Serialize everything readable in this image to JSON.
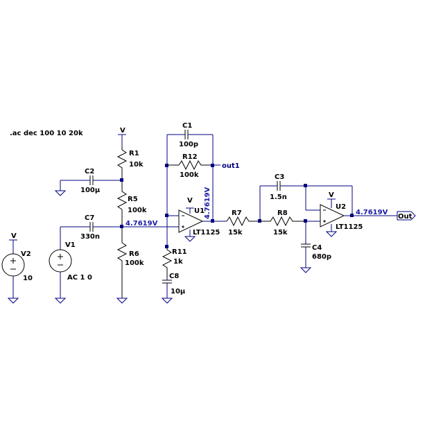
{
  "directive": ".ac dec 100 10 20k",
  "supply_label": "V",
  "node_voltage": "4.7619V",
  "net_out1": "out1",
  "port_out": "Out",
  "components": {
    "R1": {
      "name": "R1",
      "value": "10k"
    },
    "C2": {
      "name": "C2",
      "value": "100µ"
    },
    "R5": {
      "name": "R5",
      "value": "100k"
    },
    "R6": {
      "name": "R6",
      "value": "100k"
    },
    "C7": {
      "name": "C7",
      "value": "330n"
    },
    "V1": {
      "name": "V1",
      "value": "AC 1 0"
    },
    "V2": {
      "name": "V2",
      "value": "10"
    },
    "C1": {
      "name": "C1",
      "value": "100p"
    },
    "R12": {
      "name": "R12",
      "value": "100k"
    },
    "U1": {
      "name": "U1",
      "value": "LT1125"
    },
    "R11": {
      "name": "R11",
      "value": "1k"
    },
    "C8": {
      "name": "C8",
      "value": "10µ"
    },
    "R7": {
      "name": "R7",
      "value": "15k"
    },
    "R8": {
      "name": "R8",
      "value": "15k"
    },
    "C3": {
      "name": "C3",
      "value": "1.5n"
    },
    "C4": {
      "name": "C4",
      "value": "680p"
    },
    "U2": {
      "name": "U2",
      "value": "LT1125"
    }
  }
}
